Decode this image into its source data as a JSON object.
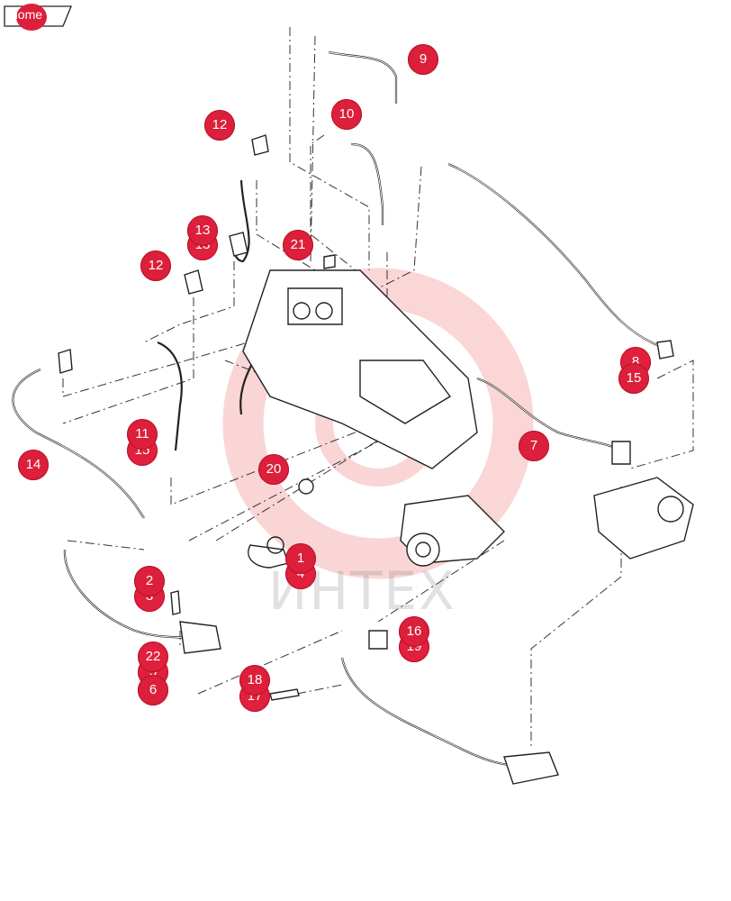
{
  "nav": {
    "home_label": "home"
  },
  "watermark_text": "ИНТЕХ",
  "colors": {
    "callout": "#dc1f3a",
    "line": "#333333",
    "watermark_gear": "#f3c7c7"
  },
  "callouts": [
    {
      "label": "9"
    },
    {
      "label": "10"
    },
    {
      "label": "12"
    },
    {
      "label": "13"
    },
    {
      "label": "13"
    },
    {
      "label": "21"
    },
    {
      "label": "12"
    },
    {
      "label": "8"
    },
    {
      "label": "15"
    },
    {
      "label": "11"
    },
    {
      "label": "15"
    },
    {
      "label": "7"
    },
    {
      "label": "14"
    },
    {
      "label": "20"
    },
    {
      "label": "1"
    },
    {
      "label": "4"
    },
    {
      "label": "2"
    },
    {
      "label": "3"
    },
    {
      "label": "16"
    },
    {
      "label": "19"
    },
    {
      "label": "22"
    },
    {
      "label": "5"
    },
    {
      "label": "6"
    },
    {
      "label": "18"
    },
    {
      "label": "17"
    }
  ]
}
